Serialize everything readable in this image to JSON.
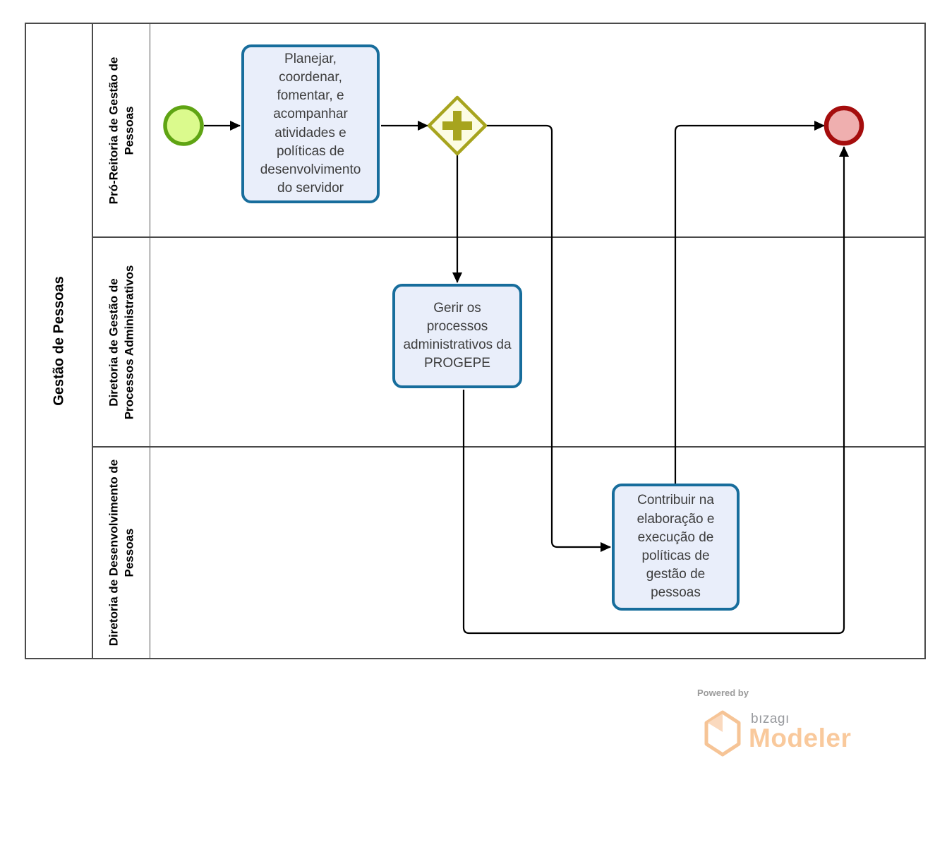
{
  "diagram_type": "BPMN process diagram",
  "pool": {
    "label": "Gestão de Pessoas"
  },
  "lanes": [
    {
      "label": "Pró-Reitoria de Gestão de Pessoas"
    },
    {
      "label": "Diretoria de Gestão de Processos Administrativos"
    },
    {
      "label": "Diretoria de Desenvolvimento de Pessoas"
    }
  ],
  "tasks": [
    {
      "label": "Planejar, coordenar, fomentar, e acompanhar atividades e políticas de desenvolvimento do servidor",
      "lane": "Pró-Reitoria de Gestão de Pessoas"
    },
    {
      "label": "Gerir os processos administrativos da PROGEPE",
      "lane": "Diretoria de Gestão de Processos Administrativos"
    },
    {
      "label": "Contribuir na elaboração e execução de políticas de gestão de pessoas",
      "lane": "Diretoria de Desenvolvimento de Pessoas"
    }
  ],
  "events": [
    {
      "type": "start",
      "shape": "circle",
      "lane": "Pró-Reitoria de Gestão de Pessoas"
    },
    {
      "type": "end",
      "shape": "circle",
      "lane": "Pró-Reitoria de Gestão de Pessoas"
    }
  ],
  "gateways": [
    {
      "type": "parallel",
      "symbol": "+",
      "lane": "Pró-Reitoria de Gestão de Pessoas"
    }
  ],
  "flows": [
    {
      "from": "start-event",
      "to": "task-planejar"
    },
    {
      "from": "task-planejar",
      "to": "parallel-gateway"
    },
    {
      "from": "parallel-gateway",
      "to": "task-gerir"
    },
    {
      "from": "parallel-gateway",
      "to": "task-contribuir"
    },
    {
      "from": "task-contribuir",
      "to": "end-event"
    },
    {
      "from": "task-gerir",
      "to": "end-event"
    }
  ],
  "colors": {
    "pool_border": "#4a4a4a",
    "task_border": "#176d9c",
    "task_fill": "#e9eefa",
    "start_border": "#5fa413",
    "start_fill": "#dbfa8d",
    "gateway_border": "#a7a41e",
    "gateway_fill": "#fcfce3",
    "end_border": "#a50d0d",
    "end_fill": "#efafaf",
    "flow_line": "#000000",
    "brand_orange": "#f9c99c",
    "brand_gray": "#97999d"
  },
  "footer": {
    "powered_by": "Powered by",
    "brand": "bızagı",
    "product": "Modeler"
  }
}
